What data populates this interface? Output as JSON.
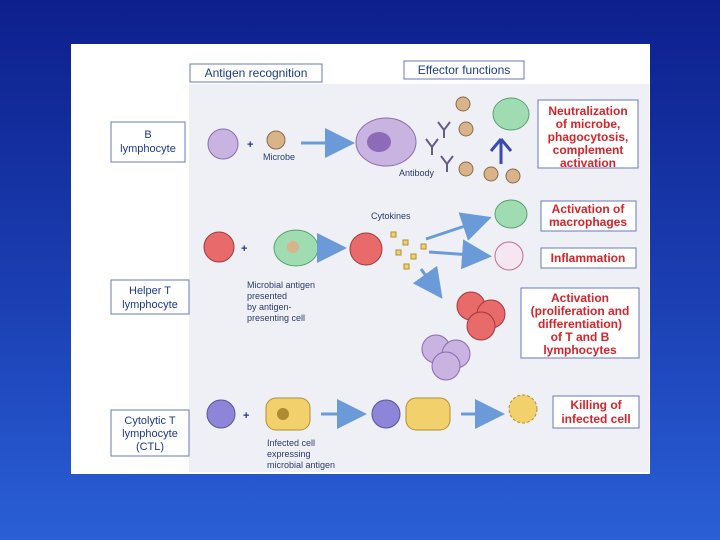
{
  "header": {
    "antigen_recognition": "Antigen recognition",
    "effector_functions": "Effector functions"
  },
  "rows": {
    "b": {
      "label_lines": [
        "B",
        "lymphocyte"
      ],
      "microbe": "Microbe",
      "antibody": "Antibody",
      "effect_lines": [
        "Neutralization",
        "of microbe,",
        "phagocytosis,",
        "complement",
        "activation"
      ]
    },
    "helper": {
      "label_lines": [
        "Helper T",
        "lymphocyte"
      ],
      "cytokines": "Cytokines",
      "apc_lines": [
        "Microbial antigen",
        "presented",
        "by antigen-",
        "presenting cell"
      ],
      "effect_macrophages_lines": [
        "Activation of",
        "macrophages"
      ],
      "effect_inflammation": "Inflammation",
      "effect_activation_lines": [
        "Activation",
        "(proliferation and",
        "differentiation)",
        "of T and B",
        "lymphocytes"
      ]
    },
    "ctl": {
      "label_lines": [
        "Cytolytic T",
        "lymphocyte",
        "(CTL)"
      ],
      "infected_lines": [
        "Infected cell",
        "expressing",
        "microbial antigen"
      ],
      "effect_lines": [
        "Killing of",
        "infected cell"
      ]
    }
  },
  "colors": {
    "effect_text": "#d8232a",
    "label_text": "#1d3a8f",
    "b_cell": "#c9b3e0",
    "t_helper": "#e96a6a",
    "ctl": "#8d86d8",
    "apc": "#9fdcb2",
    "infected": "#f2d06b",
    "arrow": "#6a9bd8"
  }
}
